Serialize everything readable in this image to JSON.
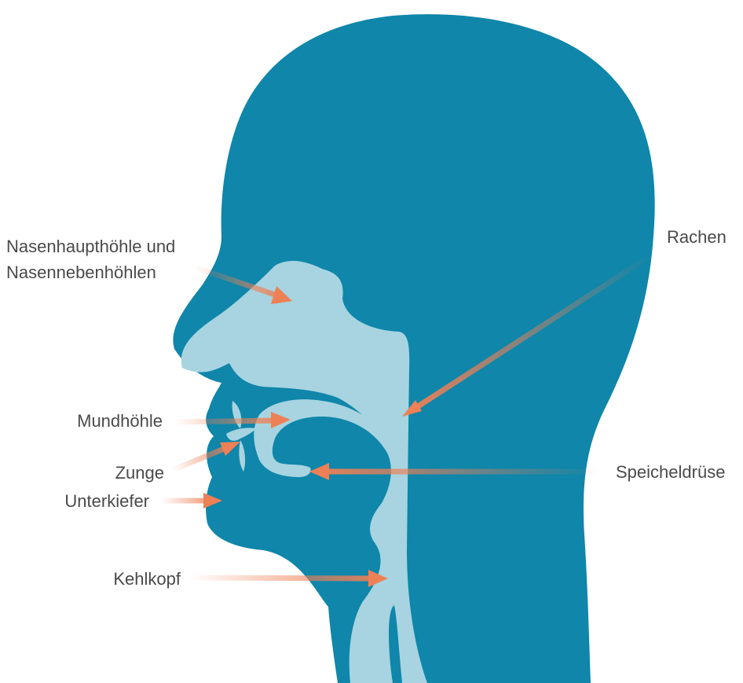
{
  "labels": {
    "nose_line1": "Nasenhaupthöhle und",
    "nose_line2": "Nasennebenhöhlen",
    "pharynx": "Rachen",
    "mouth": "Mundhöhle",
    "tongue": "Zunge",
    "salivary": "Speicheldrüse",
    "jaw": "Unterkiefer",
    "larynx": "Kehlkopf"
  },
  "colors": {
    "head": "#0f86aa",
    "cavity": "#a7d4e0",
    "arrow": "#ee8055",
    "text": "#4a4a4a",
    "background": "#ffffff"
  }
}
